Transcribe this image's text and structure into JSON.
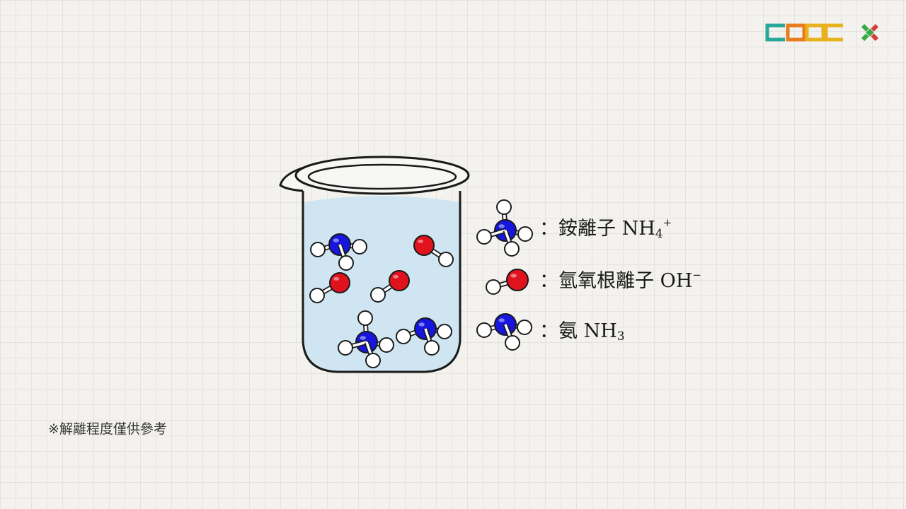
{
  "legend": {
    "ammonium": {
      "name": "：銨離子 NH",
      "sub": "4",
      "sup": "+"
    },
    "hydroxide": {
      "name": "：氫氧根離子 OH",
      "sup": "−"
    },
    "ammonia": {
      "name": "：氨 NH",
      "sub": "3"
    }
  },
  "note": "※解離程度僅供參考",
  "colors": {
    "nitrogen": "#1616e0",
    "oxygen": "#e0121e",
    "hydrogen": "#ffffff",
    "water": "#cfe6f2",
    "logo_teal": "#2aa79b",
    "logo_orange": "#e87c1e",
    "logo_yellow": "#e8b21e",
    "logo_green": "#3aa845",
    "logo_red": "#d93a3a"
  },
  "logo": {
    "text_icon": "cooc-logo-icon",
    "mark_icon": "cross-mark-icon"
  }
}
